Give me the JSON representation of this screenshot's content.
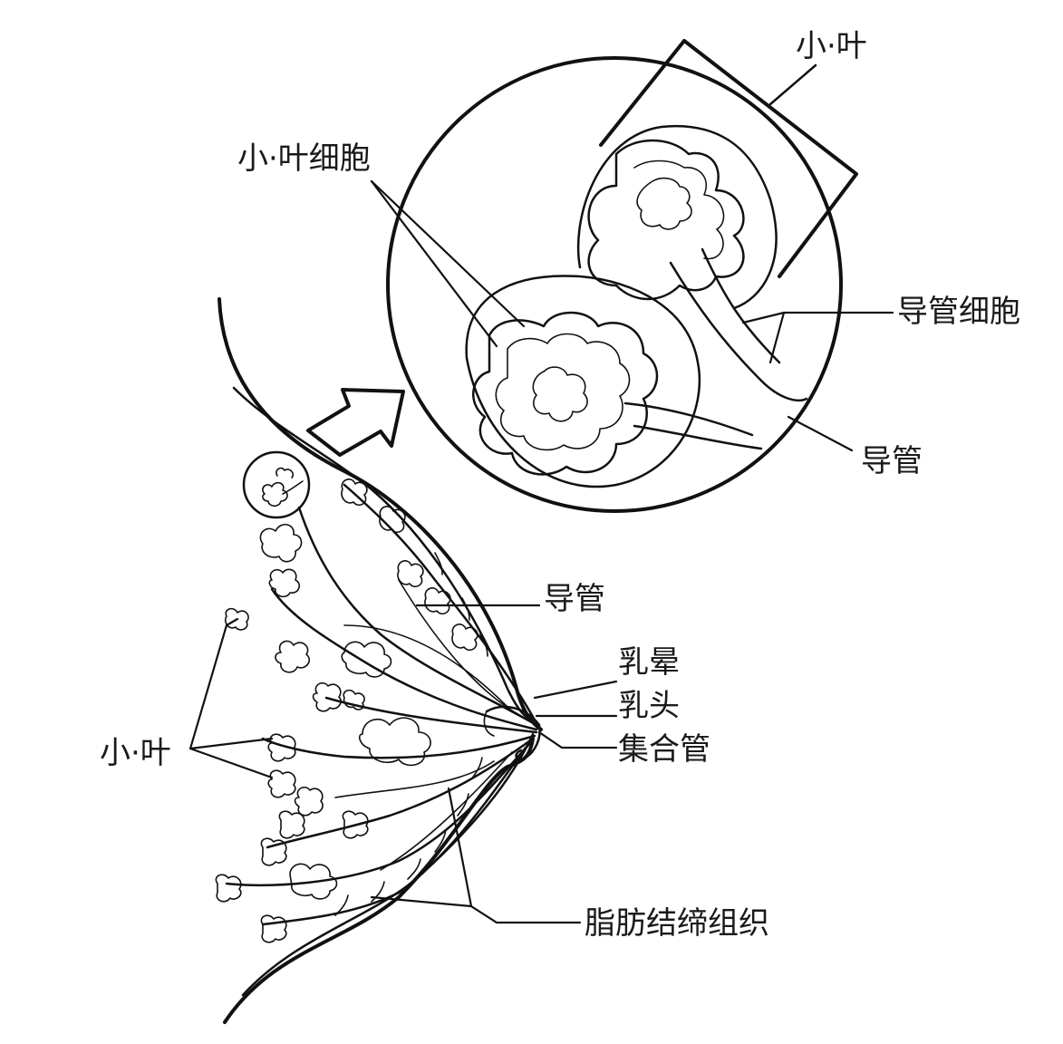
{
  "labels": {
    "lobule_top": "小·叶",
    "lobule_cells": "小·叶细胞",
    "duct_cells": "导管细胞",
    "duct_top": "导管",
    "duct_mid": "导管",
    "areola": "乳晕",
    "nipple": "乳头",
    "collecting_duct": "集合管",
    "lobule_left": "小·叶",
    "fat_tissue": "脂肪结缔组织"
  },
  "colors": {
    "line": "#111111",
    "background": "#ffffff",
    "text": "#1a1a1a"
  }
}
